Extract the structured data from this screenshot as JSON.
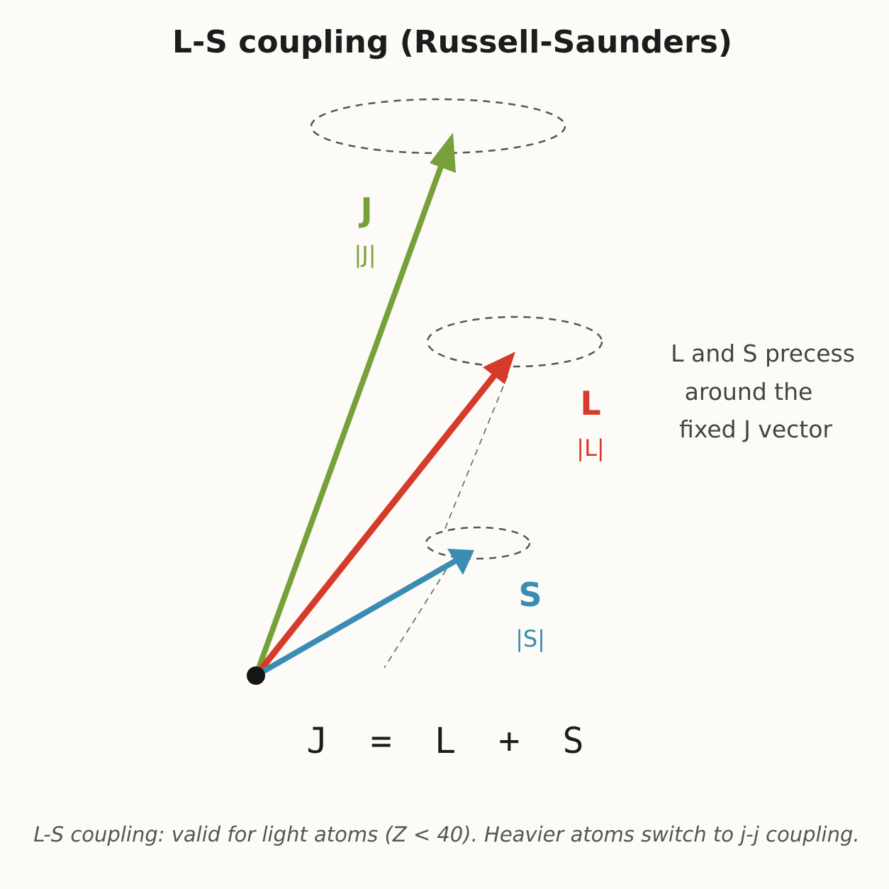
{
  "title": "L-S coupling (Russell-Saunders)",
  "vectors": {
    "J": {
      "label": "J",
      "magnitude": "|J|",
      "color": "#78a03a"
    },
    "L": {
      "label": "L",
      "magnitude": "|L|",
      "color": "#d63a2a"
    },
    "S": {
      "label": "S",
      "magnitude": "|S|",
      "color": "#3a8cb4"
    }
  },
  "note": [
    "L and S precess",
    "around the",
    "fixed J vector"
  ],
  "equation": "J = L + S",
  "caption": "L-S coupling: valid for light atoms (Z < 40). Heavier atoms switch to j-j coupling."
}
